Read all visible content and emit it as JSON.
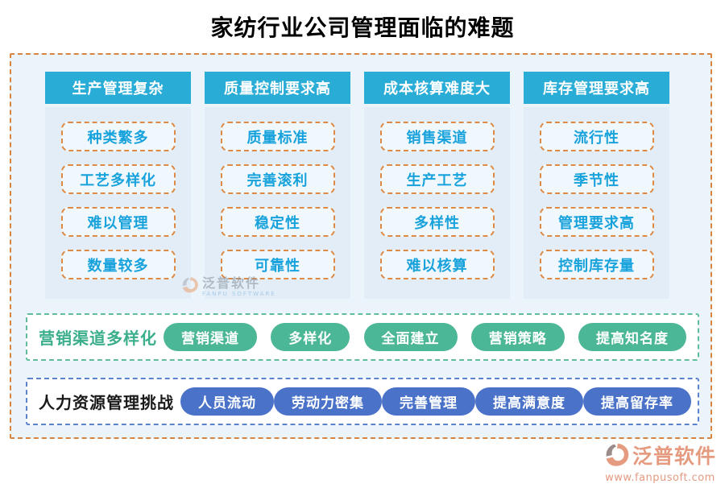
{
  "title": "家纺行业公司管理面临的难题",
  "columns": [
    {
      "header": "生产管理复杂",
      "items": [
        "种类繁多",
        "工艺多样化",
        "难以管理",
        "数量较多"
      ]
    },
    {
      "header": "质量控制要求高",
      "items": [
        "质量标准",
        "完善滚利",
        "稳定性",
        "可靠性"
      ]
    },
    {
      "header": "成本核算难度大",
      "items": [
        "销售渠道",
        "生产工艺",
        "多样性",
        "难以核算"
      ]
    },
    {
      "header": "库存管理要求高",
      "items": [
        "流行性",
        "季节性",
        "管理要求高",
        "控制库存量"
      ]
    }
  ],
  "rows": [
    {
      "label": "营销渠道多样化",
      "theme": "green",
      "pills": [
        "营销渠道",
        "多样化",
        "全面建立",
        "营销策略",
        "提高知名度"
      ]
    },
    {
      "label": "人力资源管理挑战",
      "theme": "blue",
      "pills": [
        "人员流动",
        "劳动力密集",
        "完善管理",
        "提高满意度",
        "提高留存率"
      ]
    }
  ],
  "watermark": {
    "text": "泛普软件",
    "subtext": "FANPU SOFTWARE"
  },
  "logo": {
    "text": "泛普软件",
    "url": "www.fanpusoft.com"
  },
  "colors": {
    "header_bg": "#29ACD6",
    "item_text": "#18A2DC",
    "item_border": "#DC8A45",
    "container_border": "#D9843E",
    "container_bg": "#EBF3FB",
    "panel_bg": "#E2EDF8",
    "green_pill": "#4CB796",
    "green_border": "#5FBD9E",
    "green_label": "#3BAE8C",
    "blue_pill": "#4A72C8",
    "blue_border": "#5B82CC",
    "logo_color": "#E59B80"
  }
}
